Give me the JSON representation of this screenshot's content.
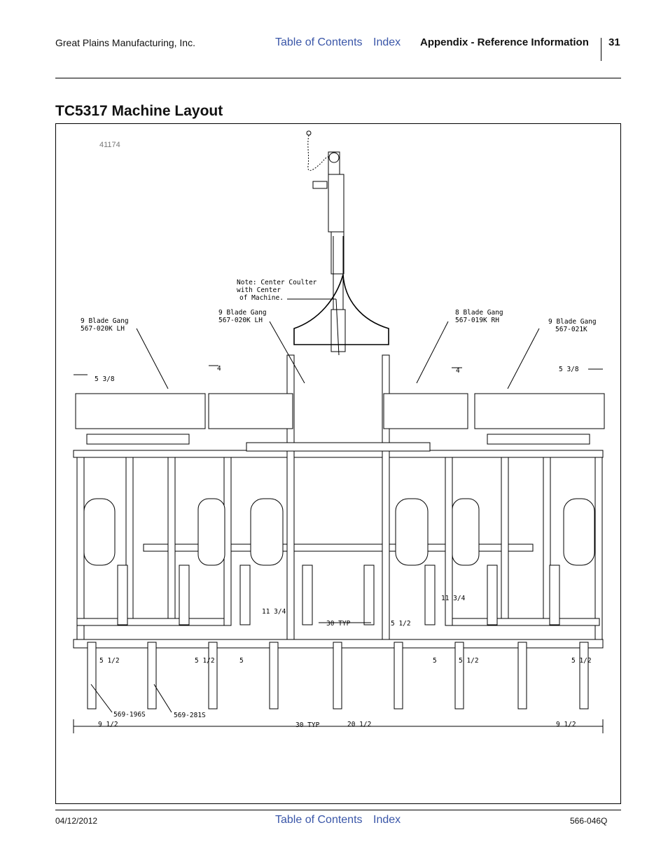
{
  "header": {
    "company": "Great Plains Manufacturing, Inc.",
    "toc_link": "Table of Contents",
    "index_link": "Index",
    "section": "Appendix - Reference Information",
    "page_number": "31"
  },
  "title": "TC5317 Machine Layout",
  "figure": {
    "number": "41174",
    "callouts": {
      "note_line1": "Note: Center Coulter",
      "note_line2": "with Center",
      "note_line3": "of Machine.",
      "gang1_line1": "9 Blade Gang",
      "gang1_line2": "567-020K LH",
      "gang2_line1": "9 Blade Gang",
      "gang2_line2": "567-020K LH",
      "gang3_line1": "8 Blade Gang",
      "gang3_line2": "567-019K RH",
      "gang4_line1": "9 Blade Gang",
      "gang4_line2": "567-021K"
    },
    "dimensions": {
      "left_offset": "5 3/8",
      "right_offset": "5 3/8",
      "left_four": "4",
      "right_four": "4",
      "left_eleven": "11 3/4",
      "right_eleven": "11 3/4",
      "center_typ": "30 TYP",
      "center_half": "5 1/2",
      "row_1": "5 1/2",
      "row_2": "5 1/2",
      "row_3": "5",
      "row_4": "5",
      "row_5": "5 1/2",
      "row_6": "5 1/2",
      "part_a": "569-196S",
      "part_b": "569-281S",
      "bottom_left": "9 1/2",
      "bottom_typ": "30 TYP",
      "bottom_center": "20 1/2",
      "bottom_right": "9 1/2"
    }
  },
  "footer": {
    "date": "04/12/2012",
    "toc_link": "Table of Contents",
    "index_link": "Index",
    "doc_number": "566-046Q"
  }
}
